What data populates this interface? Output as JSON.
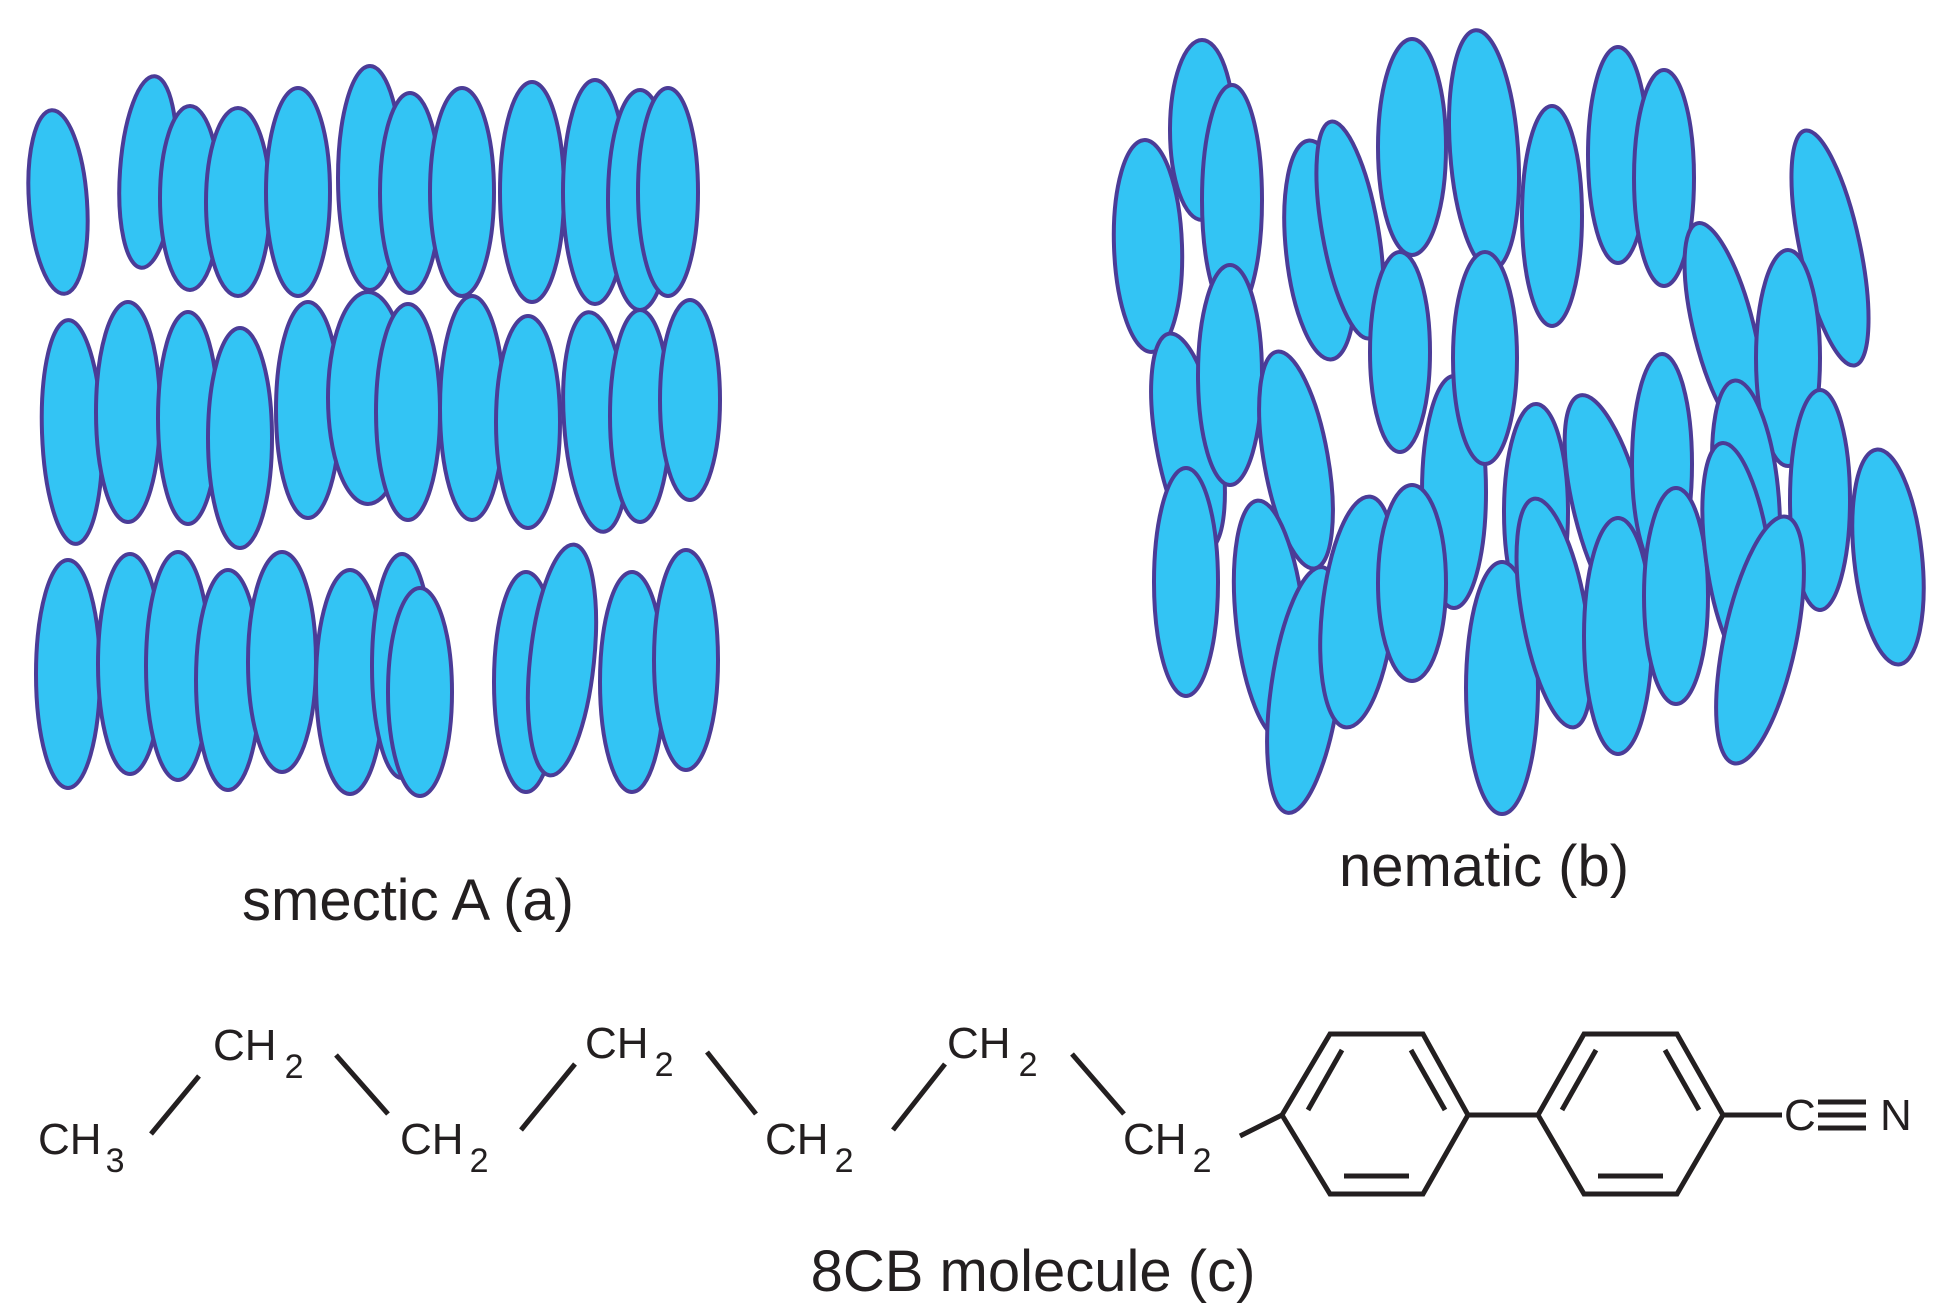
{
  "colors": {
    "ellipse_fill": "#33c4f4",
    "ellipse_stroke": "#4b3c97",
    "ink": "#231f20",
    "background": "#ffffff"
  },
  "captions": {
    "smectic": "smectic A (a)",
    "nematic": "nematic (b)",
    "molecule": "8CB molecule  (c)"
  },
  "molecule": {
    "ch3": {
      "main": "CH",
      "sub": "3"
    },
    "ch2": {
      "main": "CH",
      "sub": "2"
    },
    "nitrile_c": "C",
    "nitrile_n": "N"
  }
}
